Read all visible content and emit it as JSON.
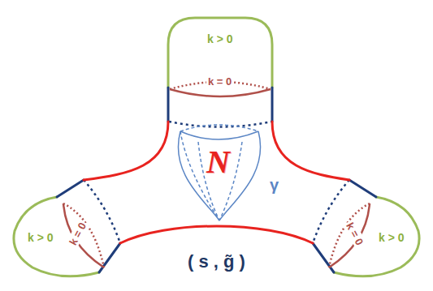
{
  "diagram": {
    "labels": [
      "k > 0",
      "k = 0",
      "N",
      "γ",
      "k = 0",
      "k > 0",
      "k = 0",
      "k > 0",
      "( s , g̃ )"
    ]
  }
}
